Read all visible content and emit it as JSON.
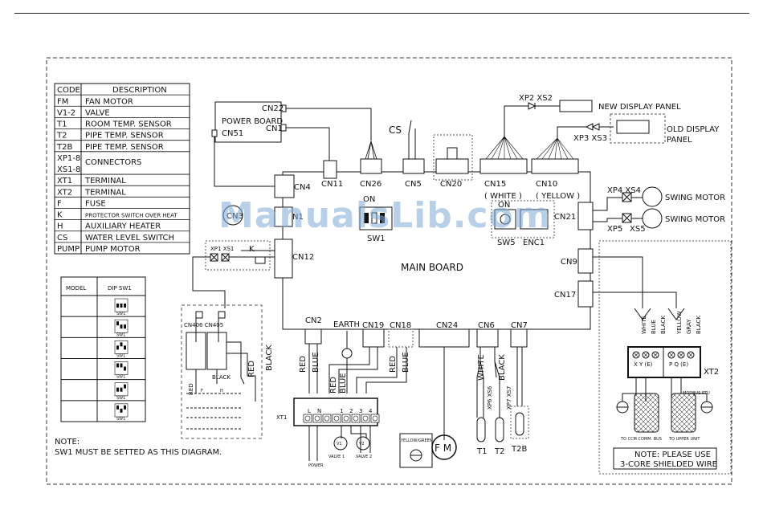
{
  "legend": {
    "headers": [
      "CODE",
      "DESCRIPTION"
    ],
    "rows": [
      [
        "FM",
        "FAN MOTOR"
      ],
      [
        "V1-2",
        "VALVE"
      ],
      [
        "T1",
        "ROOM TEMP. SENSOR"
      ],
      [
        "T2",
        "PIPE TEMP. SENSOR"
      ],
      [
        "T2B",
        "PIPE TEMP. SENSOR"
      ],
      [
        "XP1-8",
        "CONNECTORS"
      ],
      [
        "XS1-8",
        ""
      ],
      [
        "XT1",
        "TERMINAL"
      ],
      [
        "XT2",
        "TERMINAL"
      ],
      [
        "F",
        "FUSE"
      ],
      [
        "K",
        "PROTECTOR SWITCH OVER HEAT"
      ],
      [
        "H",
        "AUXILIARY HEATER"
      ],
      [
        "CS",
        "WATER LEVEL SWITCH"
      ],
      [
        "PUMP",
        "PUMP MOTOR"
      ]
    ]
  },
  "dip_table": {
    "headers": [
      "MODEL",
      "DIP SW1"
    ],
    "rows": 6,
    "switch_label": "SW1"
  },
  "labels": {
    "power_board": "POWER BOARD",
    "cn22": "CN22",
    "cn1": "CN1",
    "cn51": "CN51",
    "cn4": "CN4",
    "cn11": "CN11",
    "cn26": "CN26",
    "cn5": "CN5",
    "cs": "CS",
    "cn20": "CN20",
    "cn15": "CN15",
    "cn10": "CN10",
    "white_paren": "( WHITE )",
    "yellow_paren": "( YELLOW )",
    "xp2_xs2": "XP2  XS2",
    "new_display": "NEW DISPLAY PANEL",
    "xp3_xs3": "XP3 XS3",
    "old_display_1": "OLD DISPLAY",
    "old_display_2": "PANEL",
    "xp4_xs4": "XP4  XS4",
    "xp5": "XP5",
    "xs5": "XS5",
    "swing_motor": "SWING MOTOR",
    "cn21": "CN21",
    "on": "ON",
    "sw1": "SW1",
    "sw5": "SW5",
    "enc1": "ENC1",
    "cn3": "CN3",
    "n1": "N1",
    "cn12": "CN12",
    "xp1_xs1": "XP1  XS1",
    "k": "K",
    "main_board": "MAIN BOARD",
    "cn9": "CN9",
    "cn17": "CN17",
    "cn406_cn405": "CN406 CN405",
    "cn2": "CN2",
    "earth": "EARTH",
    "cn19": "CN19",
    "cn18": "CN18",
    "cn24": "CN24",
    "cn6": "CN6",
    "cn7": "CN7",
    "red": "RED",
    "blue": "BLUE",
    "black": "BLACK",
    "white": "WHITE",
    "yellow": "YELLOW",
    "gray": "GRAY",
    "xt1": "XT1",
    "xt2": "XT2",
    "xy_e_1": "X  Y  (E)",
    "pq_e": "P  Q  (E)",
    "modbus_rtu": "MODBUS RTU",
    "xp6_xs6": "XP6 XS6",
    "xp7_xs7": "XP7 XS7",
    "t1": "T1",
    "t2": "T2",
    "t2b": "T2B",
    "fm": "F M",
    "v1": "V1",
    "v2": "V2",
    "valve1": "VALVE 1",
    "valve2": "VALVE 2",
    "power": "POWER",
    "yellow_green": "YELLOW/GREEN",
    "to_ccm": "TO CCM COMM. BUS",
    "to_upper": "TO UPPER UNIT",
    "note_shield_1": "NOTE: PLEASE USE",
    "note_shield_2": "3-CORE SHIELDED WIRE",
    "note_1": "NOTE:",
    "note_2": "SW1 MUST BE SETTED AS THIS DIAGRAM.",
    "term_l": "L",
    "term_n": "N",
    "term_1": "1",
    "term_2": "2",
    "term_3": "3",
    "term_4": "4",
    "h": "H",
    "f": "F"
  },
  "watermark": "ManualsLib.com"
}
